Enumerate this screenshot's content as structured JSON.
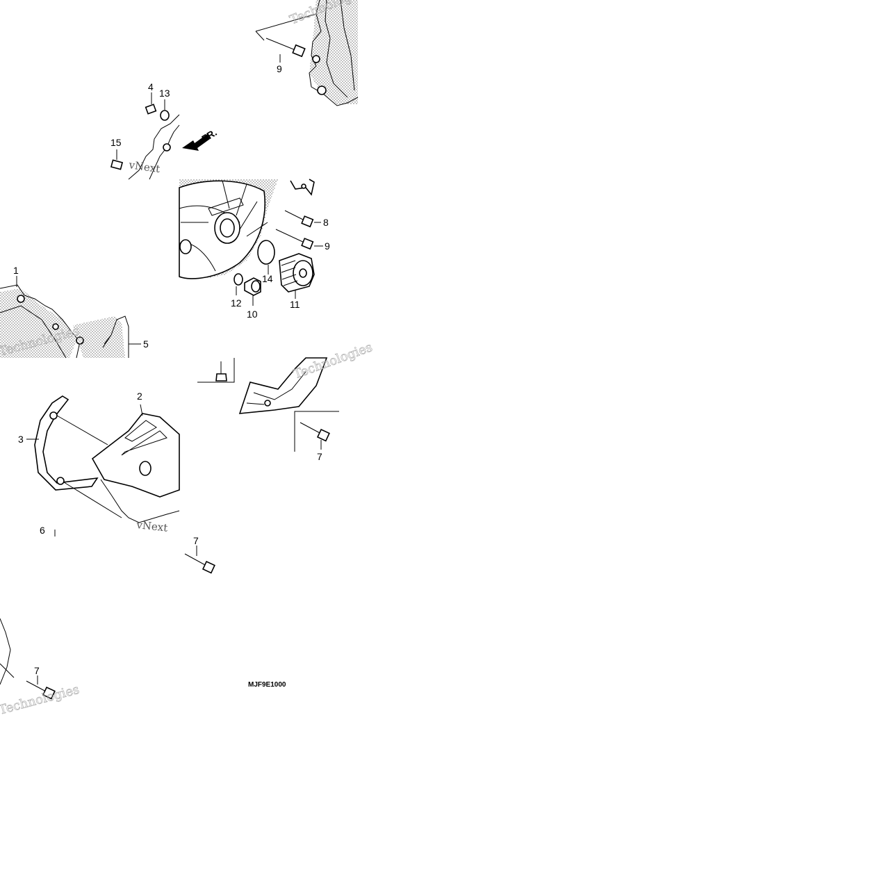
{
  "diagram": {
    "part_numbers": {
      "p1": "1",
      "p2": "2",
      "p3": "3",
      "p4": "4",
      "p5": "5",
      "p6": "6",
      "p7a": "7",
      "p7b": "7",
      "p7c": "7",
      "p8": "8",
      "p9a": "9",
      "p9b": "9",
      "p10": "10",
      "p11": "11",
      "p12": "12",
      "p13": "13",
      "p14": "14",
      "p15": "15"
    },
    "direction_label": "FR.",
    "drawing_code": "MJF9E1000",
    "watermark": {
      "brand": "vNext",
      "tech": "Technologies"
    }
  }
}
